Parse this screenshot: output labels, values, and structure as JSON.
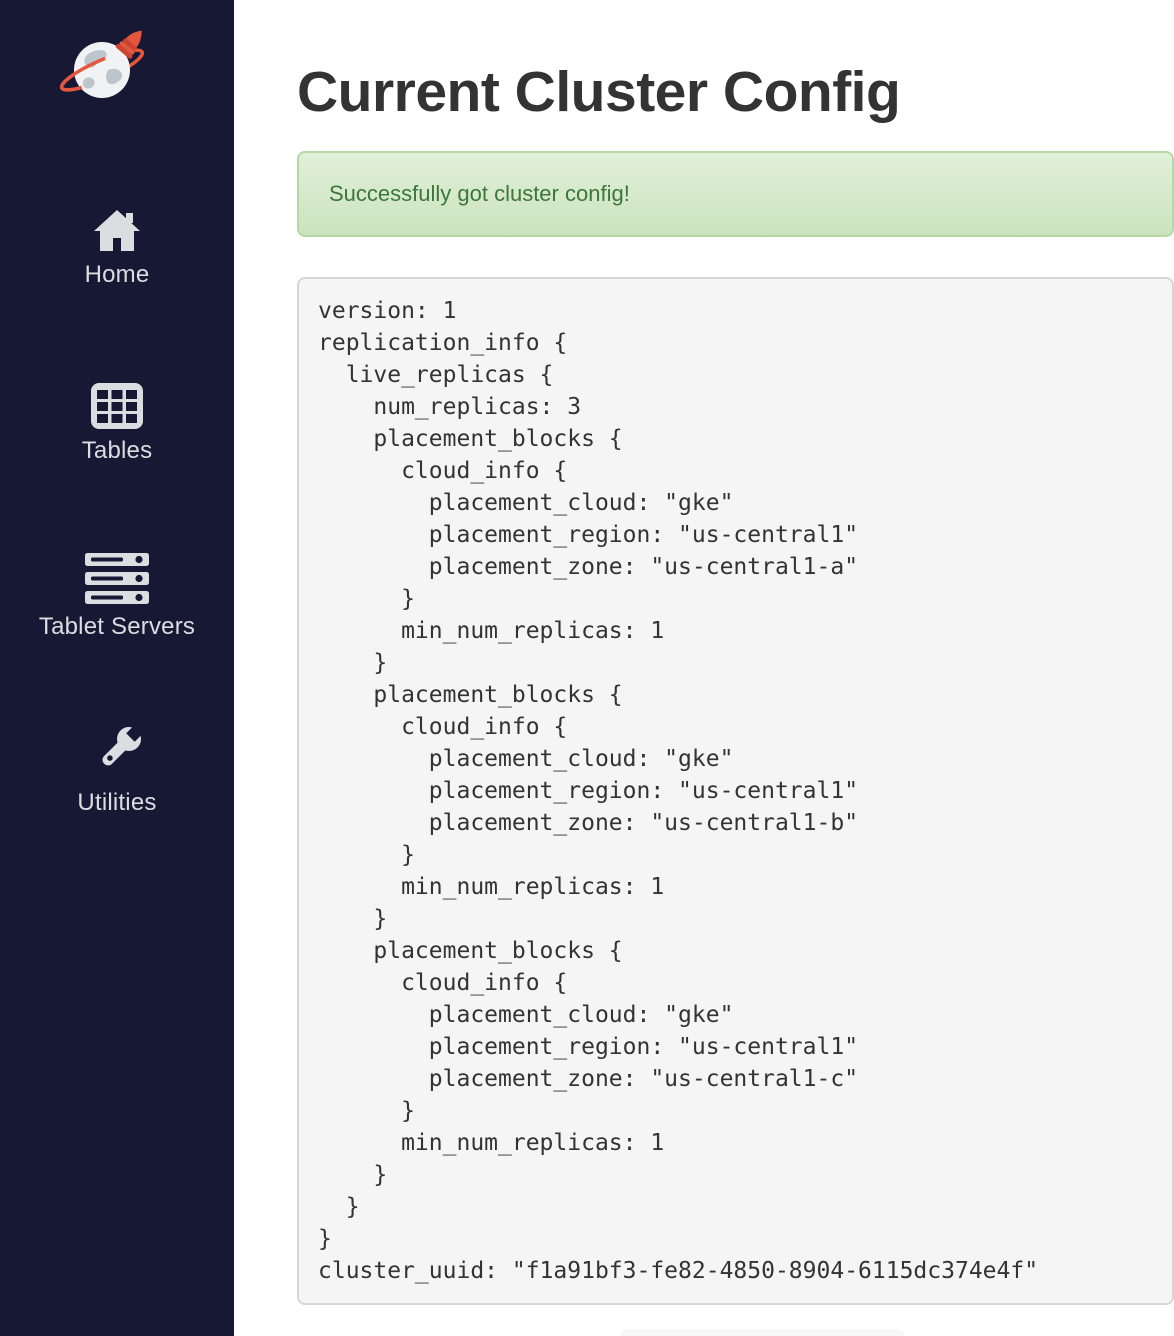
{
  "colors": {
    "sidebar_bg": "#171934",
    "sidebar_icon": "#dcdde1",
    "accent_orange": "#e4573d",
    "heading_text": "#333333",
    "alert_text": "#3c763d",
    "alert_bg_top": "#e2f0da",
    "alert_bg_bottom": "#cbe3bd",
    "alert_border": "#b5d8a4",
    "code_bg": "#f5f5f5",
    "code_border": "#d6d6d6",
    "code_text": "#333333"
  },
  "sidebar": {
    "logo_name": "yugabyte-rocket-globe-logo",
    "items": [
      {
        "label": "Home",
        "icon": "home-icon"
      },
      {
        "label": "Tables",
        "icon": "tables-icon"
      },
      {
        "label": "Tablet Servers",
        "icon": "tablet-servers-icon"
      },
      {
        "label": "Utilities",
        "icon": "utilities-wrench-icon"
      }
    ]
  },
  "main": {
    "title": "Current Cluster Config",
    "alert": {
      "message": "Successfully got cluster config!"
    },
    "cluster_config": {
      "version": 1,
      "num_replicas": 3,
      "placement_cloud": "gke",
      "placement_region": "us-central1",
      "placement_zones": [
        "us-central1-a",
        "us-central1-b",
        "us-central1-c"
      ],
      "min_num_replicas_each": 1,
      "cluster_uuid": "f1a91bf3-fe82-4850-8904-6115dc374e4f"
    },
    "config_text": "version: 1\nreplication_info {\n  live_replicas {\n    num_replicas: 3\n    placement_blocks {\n      cloud_info {\n        placement_cloud: \"gke\"\n        placement_region: \"us-central1\"\n        placement_zone: \"us-central1-a\"\n      }\n      min_num_replicas: 1\n    }\n    placement_blocks {\n      cloud_info {\n        placement_cloud: \"gke\"\n        placement_region: \"us-central1\"\n        placement_zone: \"us-central1-b\"\n      }\n      min_num_replicas: 1\n    }\n    placement_blocks {\n      cloud_info {\n        placement_cloud: \"gke\"\n        placement_region: \"us-central1\"\n        placement_zone: \"us-central1-c\"\n      }\n      min_num_replicas: 1\n    }\n  }\n}\ncluster_uuid: \"f1a91bf3-fe82-4850-8904-6115dc374e4f\""
  }
}
